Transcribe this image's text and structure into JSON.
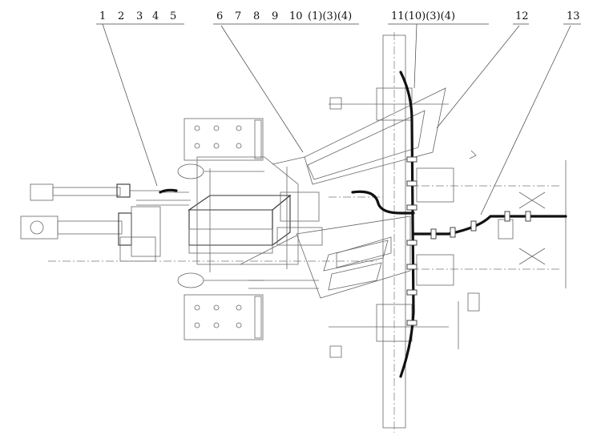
{
  "labels": [
    "1",
    "2",
    "3",
    "4",
    "5",
    "6",
    "7",
    "8",
    "9",
    "10",
    "(1)(3)(4)",
    "11(10)(3)(4)",
    "12",
    "13"
  ],
  "colors": {
    "line": "#333333",
    "hose": "#111111",
    "background": "#ffffff"
  }
}
